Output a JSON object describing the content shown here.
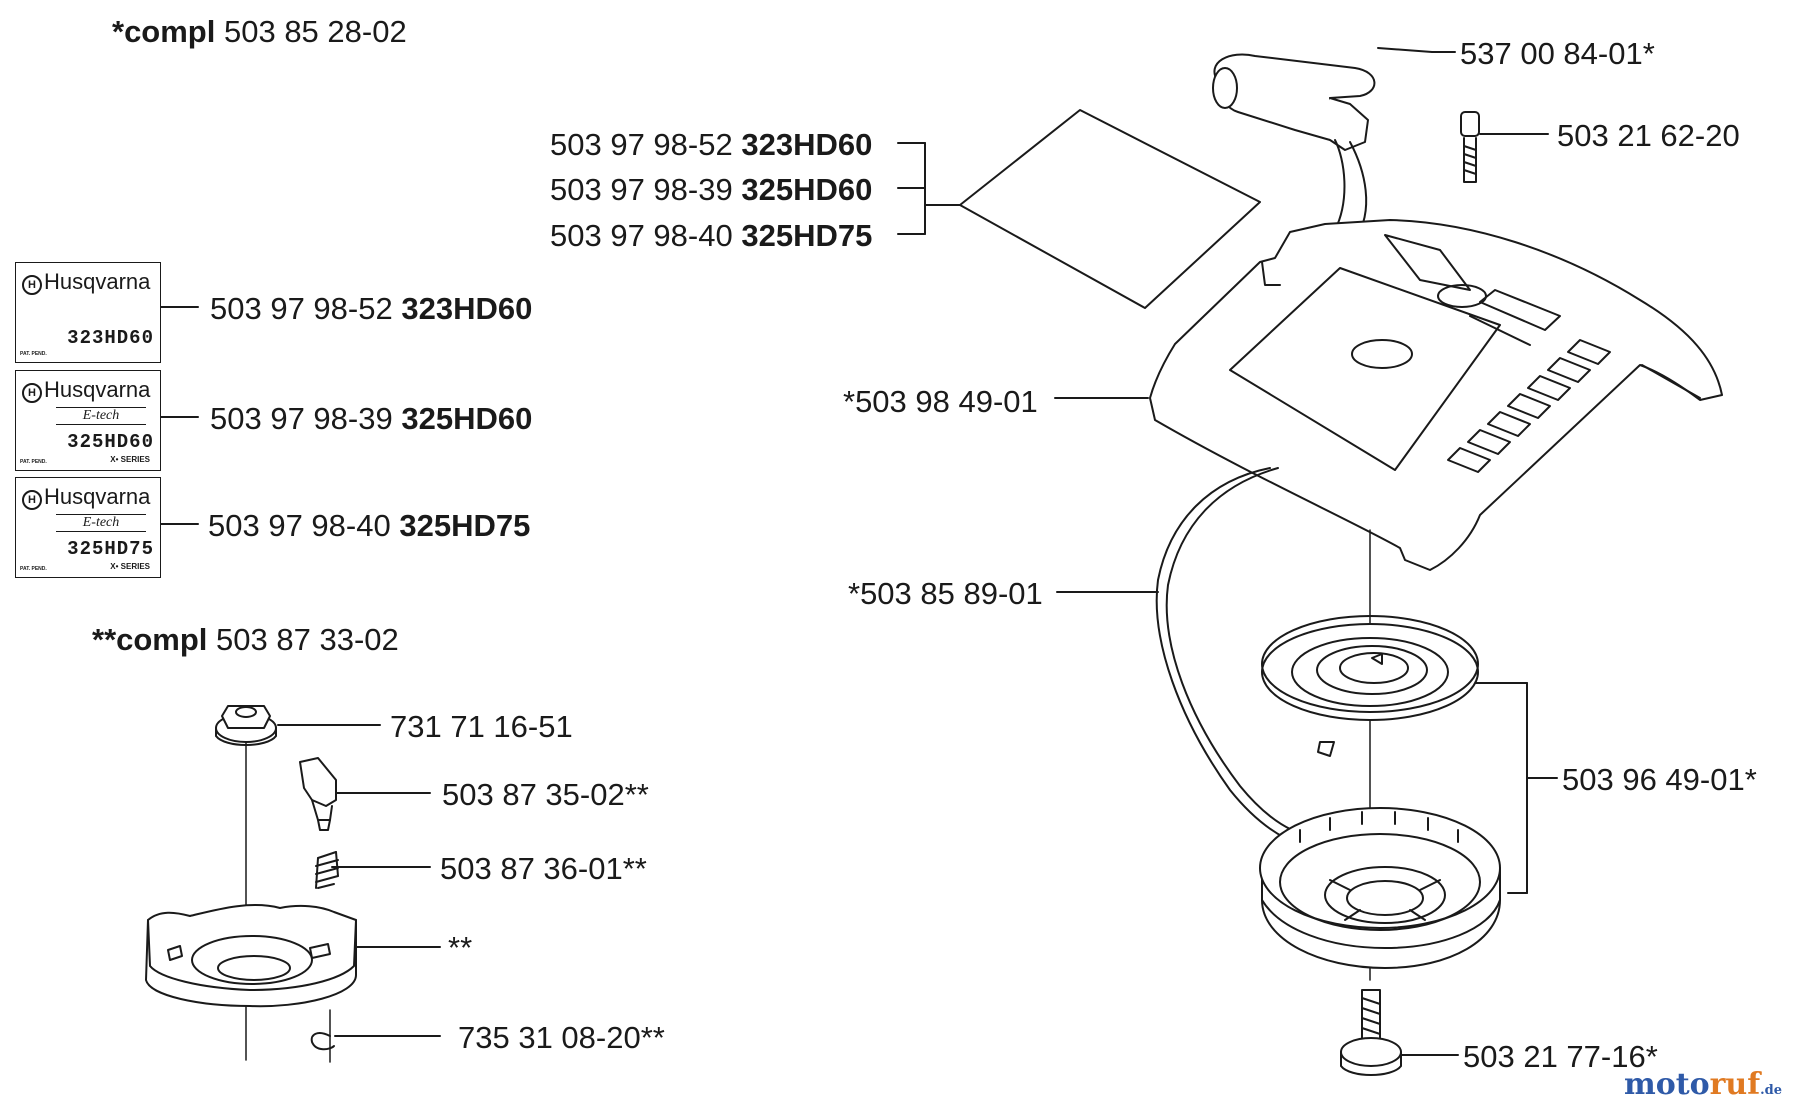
{
  "headers": {
    "compl1_prefix": "*compl",
    "compl1_number": "503 85 28-02",
    "compl2_prefix": "**compl",
    "compl2_number": "503 87 33-02"
  },
  "parts": {
    "handle": "537 00 84-01*",
    "screw_top": "503 21 62-20",
    "decal_52_num": "503 97 98-52",
    "decal_52_model": "323HD60",
    "decal_39_num": "503 97 98-39",
    "decal_39_model": "325HD60",
    "decal_40_num": "503 97 98-40",
    "decal_40_model": "325HD75",
    "cover": "*503 98 49-01",
    "rope": "*503 85 89-01",
    "pulley_spring": "503 96 49-01*",
    "screw_bottom": "503 21 77-16*",
    "nut": "731 71 16-51",
    "pawl": "503 87 35-02**",
    "spring_small": "503 87 36-01**",
    "hub": "**",
    "clip": "735 31 08-20**"
  },
  "decals": [
    {
      "brand": "Husqvarna",
      "etech": "",
      "model": "323HD60",
      "series": "",
      "pat": "PAT. PEND."
    },
    {
      "brand": "Husqvarna",
      "etech": "E-tech",
      "model": "325HD60",
      "series": "X• SERIES",
      "pat": "PAT. PEND."
    },
    {
      "brand": "Husqvarna",
      "etech": "E-tech",
      "model": "325HD75",
      "series": "X• SERIES",
      "pat": "PAT. PEND."
    }
  ],
  "watermark": {
    "part1": "moto",
    "part2": "ruf",
    "part3": ".de"
  }
}
